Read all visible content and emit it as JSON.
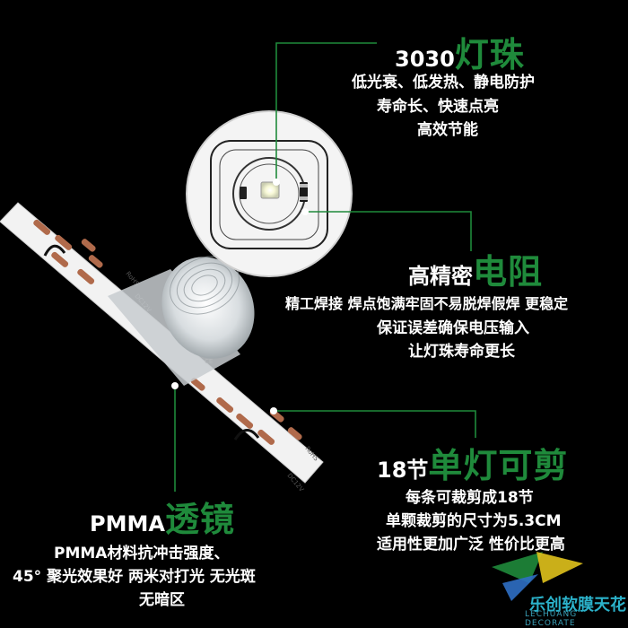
{
  "led": {
    "heading_prefix": "3030",
    "heading_highlight": "灯珠",
    "lines": [
      "低光衰、低发热、静电防护",
      "寿命长、快速点亮",
      "高效节能"
    ]
  },
  "resistor": {
    "heading_prefix": "高精密",
    "heading_highlight": "电阻",
    "lines": [
      "精工焊接 焊点饱满牢固不易脱焊假焊 更稳定",
      "保证误差确保电压输入",
      "让灯珠寿命更长"
    ]
  },
  "cut": {
    "heading_prefix": "18节",
    "heading_highlight": "单灯可剪",
    "lines": [
      "每条可裁剪成18节",
      "单颗裁剪的尺寸为5.3CM",
      "适用性更加广泛 性价比更高"
    ]
  },
  "lens": {
    "heading_prefix": "PMMA",
    "heading_highlight": "透镜",
    "lines": [
      "PMMA材料抗冲击强度、",
      "45°  聚光效果好 两米对打光 无光斑",
      "无暗区"
    ]
  },
  "pcb_marks": [
    "DC12V",
    "RoHS",
    "CE"
  ],
  "watermark": {
    "name": "乐创软膜天花",
    "sub": "LECHUANG DECORATE"
  },
  "colors": {
    "accent": "#1f8a3b",
    "background": "#000000"
  }
}
